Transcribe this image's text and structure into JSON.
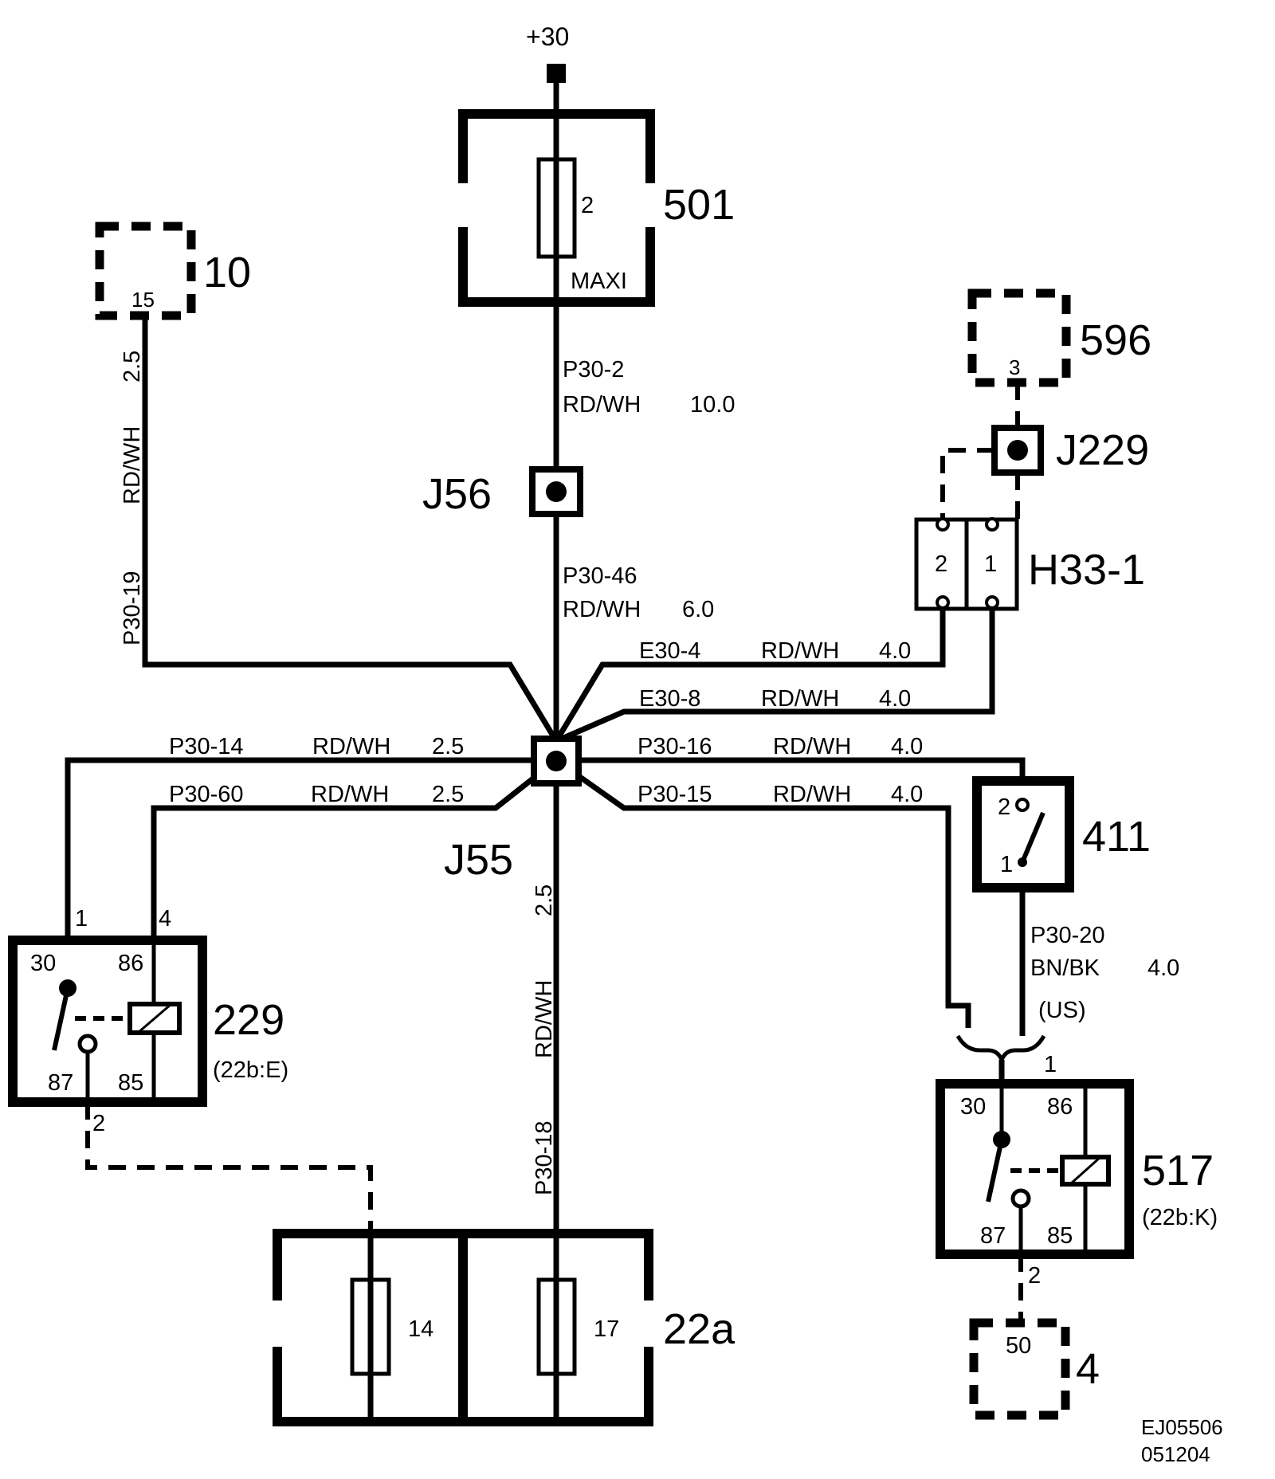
{
  "supply": "+30",
  "components": {
    "c501": {
      "id": "501",
      "fuse": "2",
      "type": "MAXI"
    },
    "c10": {
      "id": "10",
      "pin": "15"
    },
    "c596": {
      "id": "596",
      "pin": "3"
    },
    "j229": {
      "id": "J229"
    },
    "h33": {
      "id": "H33-1",
      "pin_left": "2",
      "pin_right": "1"
    },
    "j56": {
      "id": "J56"
    },
    "j55": {
      "id": "J55"
    },
    "c411": {
      "id": "411",
      "pin_top": "2",
      "pin_bottom": "1"
    },
    "c229": {
      "id": "229",
      "ref": "(22b:E)",
      "pin_a": "1",
      "pin_b": "4",
      "t30": "30",
      "t86": "86",
      "t87": "87",
      "t85": "85",
      "out_pin": "2"
    },
    "c517": {
      "id": "517",
      "ref": "(22b:K)",
      "pin_in": "1",
      "t30": "30",
      "t86": "86",
      "t87": "87",
      "t85": "85",
      "out_pin": "2"
    },
    "c22a": {
      "id": "22a",
      "fuse_left": "14",
      "fuse_right": "17"
    },
    "c4": {
      "id": "4",
      "pin": "50"
    }
  },
  "wires": {
    "p30_2": {
      "code": "P30-2",
      "color": "RD/WH",
      "size": "10.0"
    },
    "p30_46": {
      "code": "P30-46",
      "color": "RD/WH",
      "size": "6.0"
    },
    "p30_19": {
      "code": "P30-19",
      "color": "RD/WH",
      "size": "2.5"
    },
    "e30_4": {
      "code": "E30-4",
      "color": "RD/WH",
      "size": "4.0"
    },
    "e30_8": {
      "code": "E30-8",
      "color": "RD/WH",
      "size": "4.0"
    },
    "p30_14": {
      "code": "P30-14",
      "color": "RD/WH",
      "size": "2.5"
    },
    "p30_60": {
      "code": "P30-60",
      "color": "RD/WH",
      "size": "2.5"
    },
    "p30_16": {
      "code": "P30-16",
      "color": "RD/WH",
      "size": "4.0"
    },
    "p30_15": {
      "code": "P30-15",
      "color": "RD/WH",
      "size": "4.0"
    },
    "p30_18": {
      "code": "P30-18",
      "color": "RD/WH",
      "size": "2.5"
    },
    "p30_20": {
      "code": "P30-20",
      "color": "BN/BK",
      "size": "4.0",
      "market": "(US)"
    }
  },
  "footer": {
    "doc_id": "EJ05506",
    "date": "051204"
  }
}
